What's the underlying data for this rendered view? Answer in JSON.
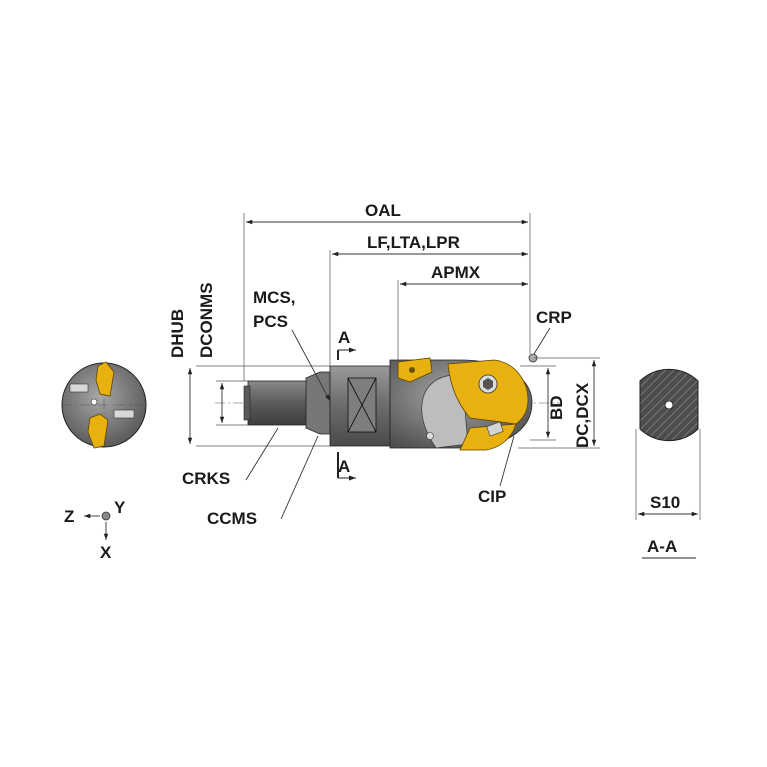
{
  "labels": {
    "oal": "OAL",
    "lf": "LF,LTA,LPR",
    "apmx": "APMX",
    "crp": "CRP",
    "mcs": "MCS,",
    "pcs": "PCS",
    "dhub": "DHUB",
    "dconms": "DCONMS",
    "section_a_top": "A",
    "section_a_bottom": "A",
    "bd": "BD",
    "dc": "DC,DCX",
    "crks": "CRKS",
    "ccms": "CCMS",
    "cip": "CIP",
    "s10": "S10",
    "section": "A-A"
  },
  "axes": {
    "z": "Z",
    "y": "Y",
    "x": "X"
  },
  "colors": {
    "steel_dark": "#4a4a4a",
    "steel_mid": "#6d6d6d",
    "steel_light": "#9a9a9a",
    "insert": "#e9b10f",
    "insert_dark": "#b68404",
    "hatch": "#5a5a5a"
  },
  "icons": [
    "axis-origin-icon",
    "crp-point-icon",
    "arrow-icon"
  ]
}
